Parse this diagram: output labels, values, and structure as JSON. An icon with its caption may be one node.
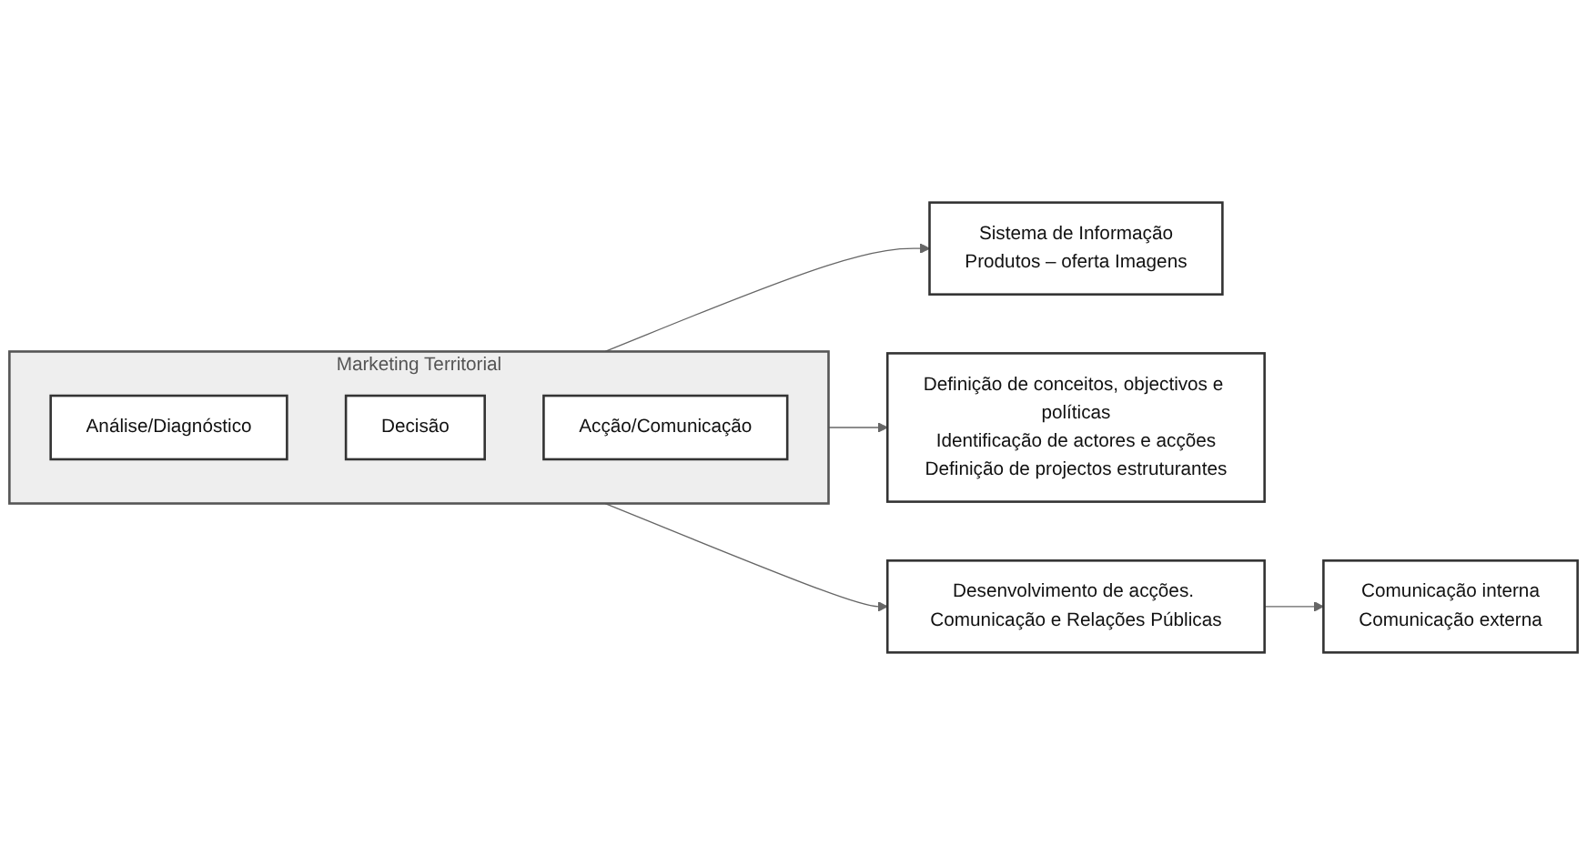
{
  "diagram": {
    "nodes": [
      {
        "text": [
          "Marketing Territorial"
        ]
      },
      {
        "text": [
          "Análise/Diagnóstico"
        ],
        "in": 0
      },
      {
        "text": [
          "Decisão"
        ],
        "in": 0
      },
      {
        "text": [
          "Acção/Comunicação"
        ],
        "in": 0
      },
      {
        "text": [
          "Sistema de Informação",
          "Produtos – oferta Imagens"
        ]
      },
      {
        "text": [
          "Definição de conceitos, objectivos e políticas",
          "Identificação de actores e acções",
          "Definição de projectos estruturantes"
        ]
      },
      {
        "text": [
          "Desenvolvimento de acções. Comunicação e Relações Públicas"
        ]
      },
      {
        "text": [
          "Comunicação interna",
          "Comunicação externa"
        ]
      }
    ],
    "edges": [
      {
        "from": 0,
        "to": 4,
        "arrow": "to"
      },
      {
        "from": 0,
        "to": 5,
        "arrow": "to"
      },
      {
        "from": 0,
        "to": 6,
        "arrow": "to"
      },
      {
        "from": 6,
        "to": 7,
        "arrow": "to"
      }
    ]
  }
}
